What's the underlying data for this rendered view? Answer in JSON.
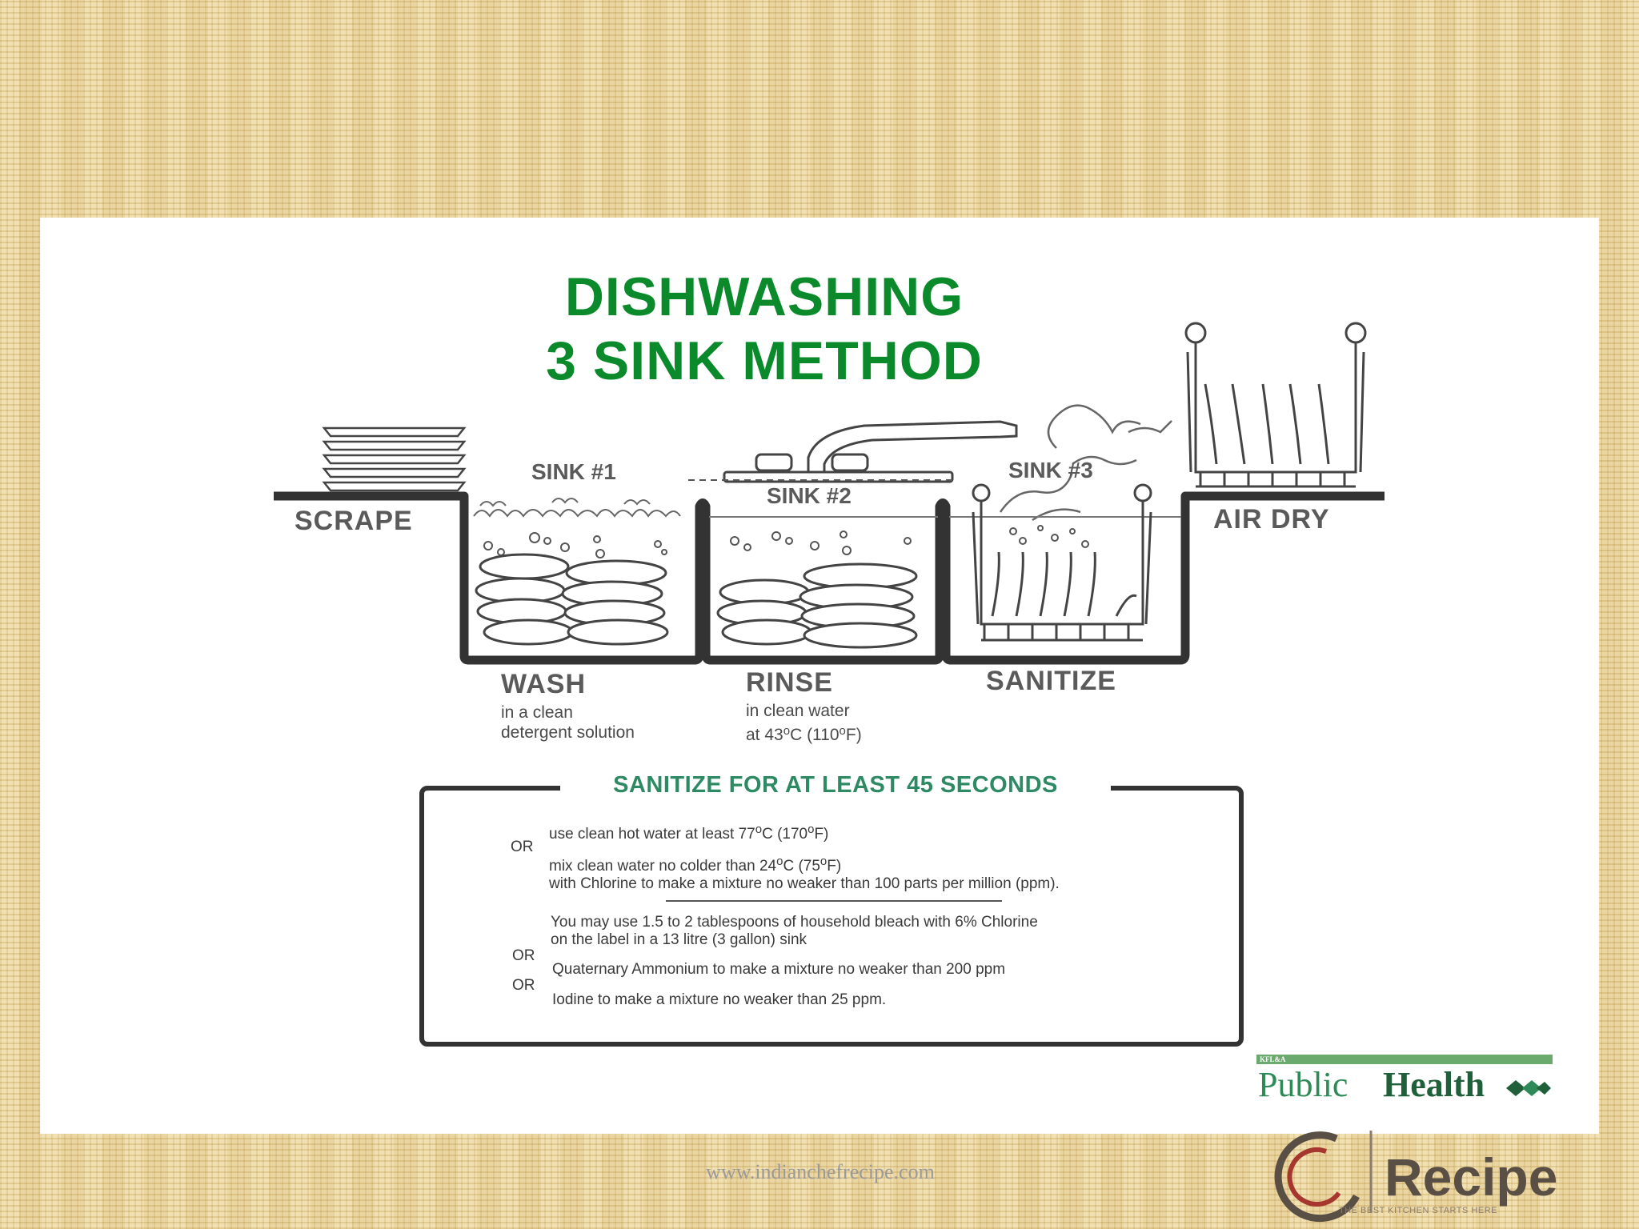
{
  "title": {
    "line1": "DISHWASHING",
    "line2": "3 SINK METHOD"
  },
  "steps": {
    "scrape": "SCRAPE",
    "air_dry": "AIR DRY",
    "wash": {
      "label": "WASH",
      "note_line1": "in a clean",
      "note_line2": "detergent solution"
    },
    "rinse": {
      "label": "RINSE",
      "note_line1": "in clean water",
      "note_temp_c": "at 43",
      "note_sup1": "o",
      "note_temp_f": "C (110",
      "note_sup2": "o",
      "note_end": "F)"
    },
    "sanitize": {
      "label": "SANITIZE"
    }
  },
  "sinks": {
    "sink1": "SINK #1",
    "sink2": "SINK #2",
    "sink3": "SINK #3"
  },
  "sanitize_box": {
    "heading": "SANITIZE FOR AT LEAST 45 SECONDS",
    "or": "OR",
    "option1_a": "use clean hot water at least 77",
    "option1_sup1": "o",
    "option1_b": "C (170",
    "option1_sup2": "o",
    "option1_c": "F)",
    "option2_a": "mix clean water no colder than 24",
    "option2_sup1": "o",
    "option2_b": "C (75",
    "option2_sup2": "o",
    "option2_c": "F)",
    "option2_line2": "with Chlorine to make a mixture no weaker than 100 parts per million (ppm).",
    "bleach_line1": "You may use 1.5 to 2 tablespoons of household bleach with 6% Chlorine",
    "bleach_line2": "on the label in a 13 litre (3 gallon) sink",
    "quat_line": "Quaternary Ammonium to make a mixture no weaker than 200 ppm",
    "iodine_line": "Iodine to make a mixture no weaker than 25 ppm."
  },
  "logo_public_health": {
    "small": "KFL&A",
    "public": "Public",
    "health": "Health"
  },
  "footer": {
    "url": "www.indianchefrecipe.com"
  },
  "brand_logo": {
    "word": "Recipe",
    "tagline": "THE BEST KITCHEN STARTS HERE"
  },
  "colors": {
    "title_green": "#0a8a2a",
    "heading_teal": "#2d8a63",
    "outline": "#333333",
    "label_gray": "#5a5a5a"
  }
}
